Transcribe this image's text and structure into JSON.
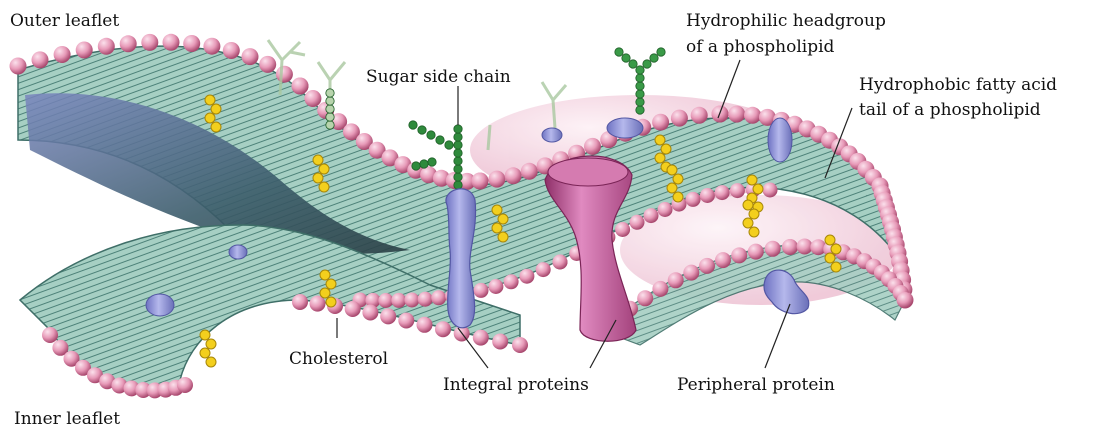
{
  "diagram": {
    "labels": {
      "outer_leaflet": "Outer leaflet",
      "inner_leaflet": "Inner leaflet",
      "sugar_side_chain": "Sugar side chain",
      "hydrophilic_line1": "Hydrophilic headgroup",
      "hydrophilic_line2": "of a phospholipid",
      "hydrophobic_line1": "Hydrophobic fatty acid",
      "hydrophobic_line2": "tail of a phospholipid",
      "cholesterol": "Cholesterol",
      "integral_proteins": "Integral proteins",
      "peripheral_protein": "Peripheral protein"
    },
    "colors": {
      "headgroup": "#e79ab8",
      "headgroup_shade": "#b9577f",
      "tail_band": "#8fbcb0",
      "tail_dark": "#3f6f68",
      "integral_protein": "#8f93d6",
      "channel_protein": "#c85c9a",
      "cholesterol": "#f3cf1d",
      "sugar_chain": "#2f8a3c",
      "faded_sugar": "#a9c8a0"
    }
  }
}
